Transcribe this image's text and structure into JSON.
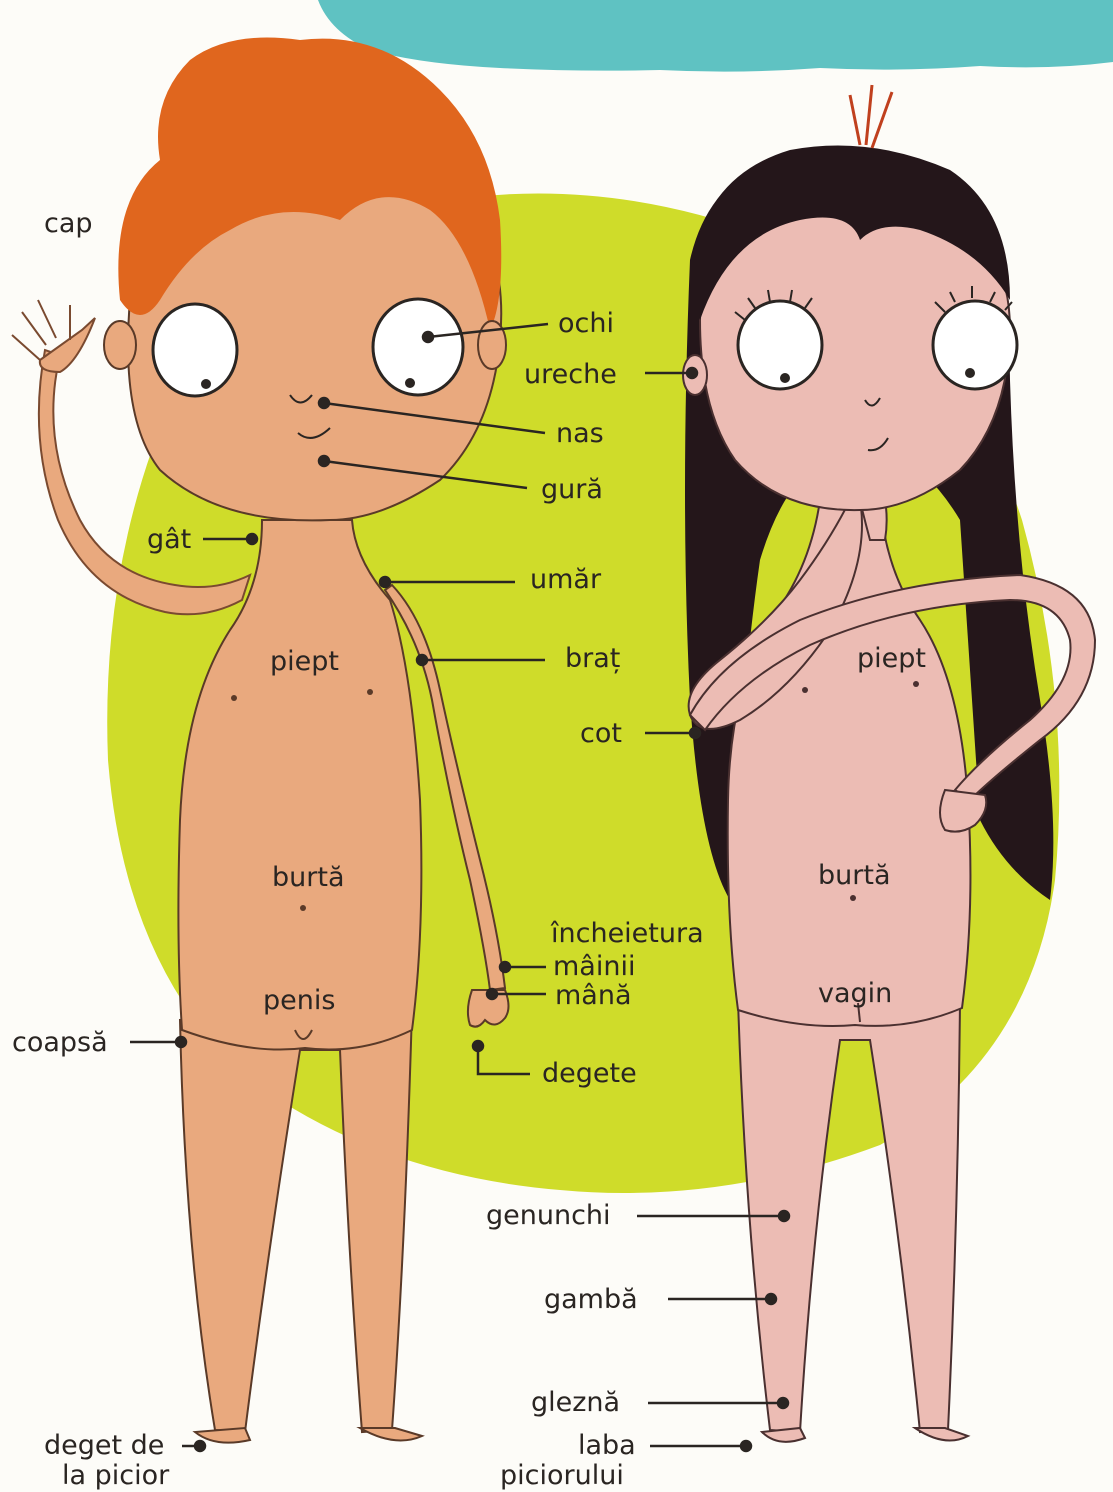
{
  "colors": {
    "speech_bubble": "#5fc2c2",
    "background_blob": "#cfdc2a",
    "boy_skin": "#e9a97e",
    "girl_skin": "#ecbcb4",
    "boy_hair": "#e0661e",
    "girl_hair": "#24161a",
    "leader_line": "#2a2522"
  },
  "labels": {
    "cap": "cap",
    "ochi": "ochi",
    "ureche": "ureche",
    "nas": "nas",
    "gura": "gură",
    "gat": "gât",
    "umar": "umăr",
    "brat": "braț",
    "piept_boy": "piept",
    "piept_girl": "piept",
    "cot": "cot",
    "burta_boy": "burtă",
    "burta_girl": "burtă",
    "incheietura_1": "încheietura",
    "incheietura_2": "mâinii",
    "mana": "mână",
    "penis": "penis",
    "vagin": "vagin",
    "coapsa": "coapsă",
    "degete": "degete",
    "genunchi": "genunchi",
    "gamba": "gambă",
    "glezna": "gleznă",
    "deget_picior_1": "deget de",
    "deget_picior_2": "la picior",
    "laba_1": "laba",
    "laba_2": "piciorului"
  }
}
